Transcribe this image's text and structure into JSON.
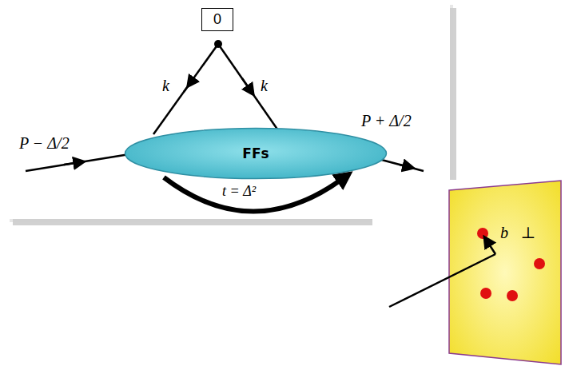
{
  "diagram": {
    "nodes": [
      {
        "text": [
          "0"
        ]
      },
      {
        "text": [
          "FFs"
        ]
      }
    ],
    "labels": [
      "k",
      "k",
      "P − Δ/2",
      "P + Δ/2",
      "t = Δ²",
      "b⃗⊥"
    ]
  }
}
